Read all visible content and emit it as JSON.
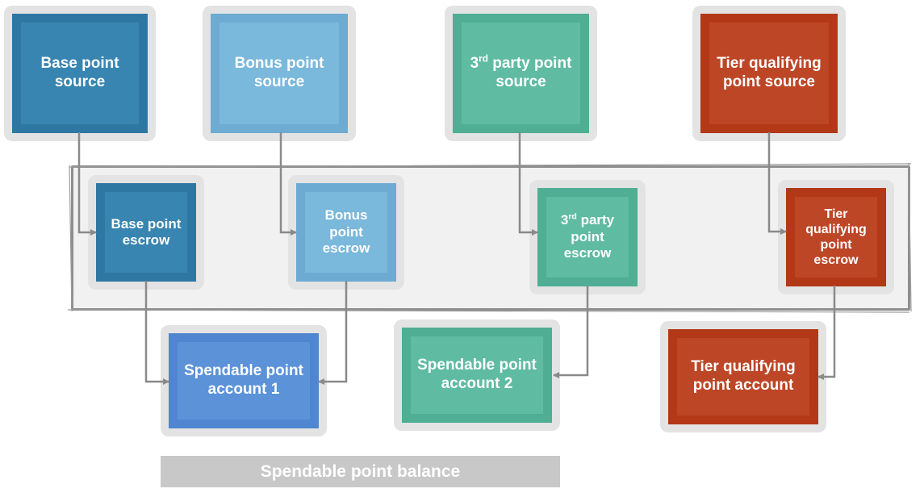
{
  "sources": {
    "base": "Base point source",
    "bonus": "Bonus point source",
    "third_party": {
      "prefix": "3",
      "sup": "rd",
      "rest": " party point source"
    },
    "tier": "Tier qualifying point source"
  },
  "escrows": {
    "base": "Base point escrow",
    "bonus": "Bonus point escrow",
    "third_party": {
      "prefix": "3",
      "sup": "rd",
      "rest": " party point escrow"
    },
    "tier": "Tier qualifying point escrow"
  },
  "accounts": {
    "spendable_1": "Spendable point account 1",
    "spendable_2": "Spendable point account 2",
    "tier": "Tier qualifying point account"
  },
  "balance_label": "Spendable point balance",
  "colors": {
    "navy": "#3885b1",
    "sky": "#7ab8dc",
    "teal": "#5fbba2",
    "rust": "#bd4626",
    "blue": "#5b92d8",
    "connector": "#8a8a8a",
    "band_border": "#8e8e8e",
    "band_fill": "#f1f1f1",
    "bar": "#c8c8c8"
  }
}
